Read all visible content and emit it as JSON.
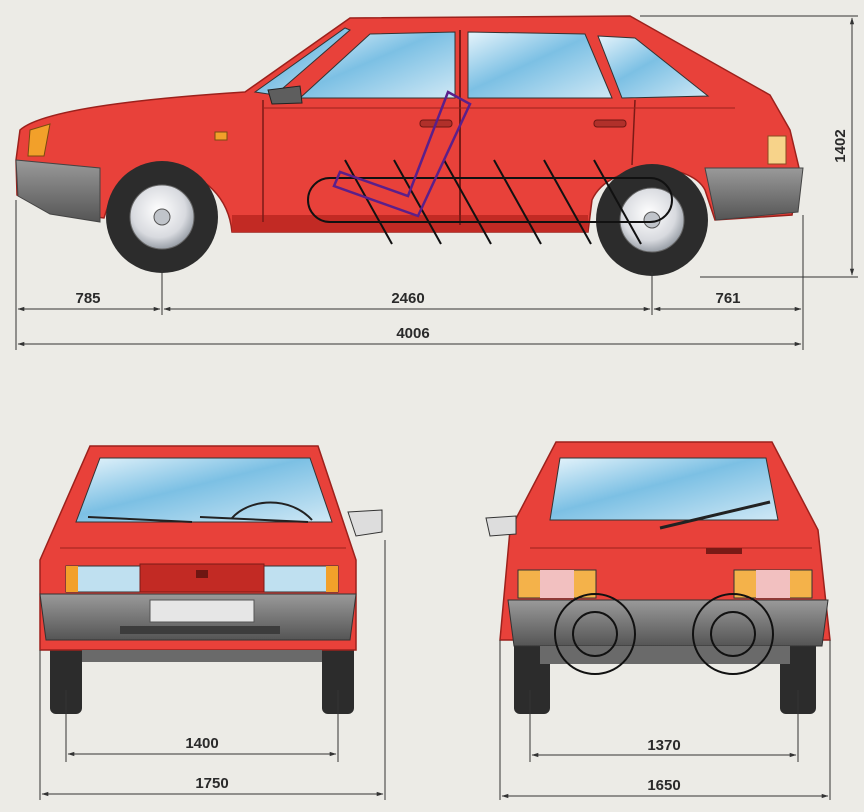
{
  "dimensions": {
    "front_overhang": "785",
    "wheelbase": "2460",
    "rear_overhang": "761",
    "overall_length": "4006",
    "height": "1402",
    "front_track": "1400",
    "front_width": "1750",
    "rear_track": "1370",
    "rear_width": "1650"
  },
  "colors": {
    "body": "#e8413a",
    "body_shade": "#c22a24",
    "glass": "#8ec9e8",
    "bumper": "#6c6c6c",
    "tire": "#2c2c2c",
    "annotation_black": "#111111",
    "annotation_purple": "#5b1f8a",
    "dimension_line": "#333333"
  }
}
